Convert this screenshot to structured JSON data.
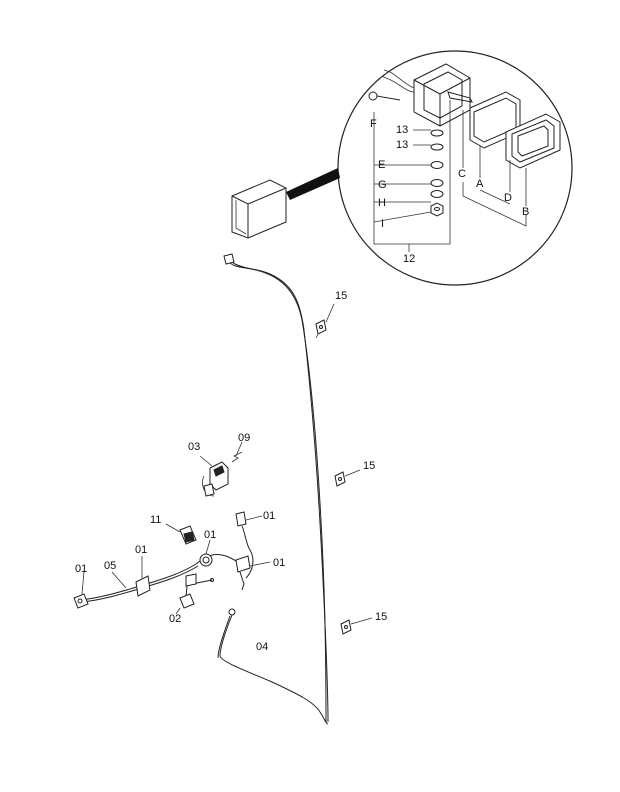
{
  "diagram": {
    "detail_labels": {
      "F": "F",
      "13a": "13",
      "13b": "13",
      "E": "E",
      "G": "G",
      "H": "H",
      "I": "I",
      "12": "12",
      "C": "C",
      "A": "A",
      "D": "D",
      "B": "B"
    },
    "harness_labels": {
      "15a": "15",
      "15b": "15",
      "15c": "15",
      "03": "03",
      "09": "09",
      "11": "11",
      "01a": "01",
      "01b": "01",
      "01c": "01",
      "01d": "01",
      "01e": "01",
      "05": "05",
      "02": "02",
      "04": "04"
    }
  }
}
